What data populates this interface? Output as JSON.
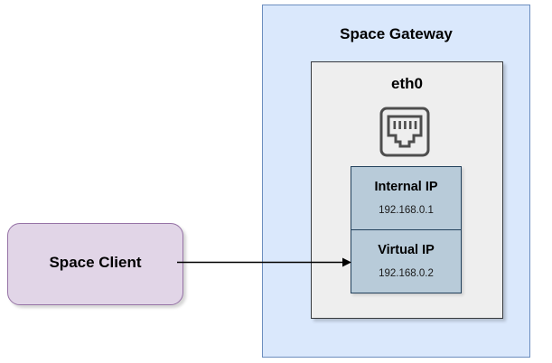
{
  "diagram": {
    "title": "Space Gateway network diagram",
    "nodes": {
      "client": {
        "label": "Space Client",
        "fill": "#e1d5e7",
        "stroke": "#9673a6"
      },
      "gateway": {
        "label": "Space Gateway",
        "fill": "#dae8fc",
        "stroke": "#6c8ebf"
      },
      "interface": {
        "label": "eth0",
        "fill": "#eeeeee",
        "stroke": "#36393d",
        "icon": "ethernet-port-icon"
      },
      "addresses": [
        {
          "label": "Internal IP",
          "value": "192.168.0.1",
          "fill": "#b8cbd9",
          "stroke": "#22415c"
        },
        {
          "label": "Virtual IP",
          "value": "192.168.0.2",
          "fill": "#b8cbd9",
          "stroke": "#22415c"
        }
      ]
    },
    "edges": [
      {
        "from": "Space Client",
        "to": "Virtual IP",
        "label": "",
        "style": "solid-arrow",
        "color": "#000000"
      }
    ]
  }
}
